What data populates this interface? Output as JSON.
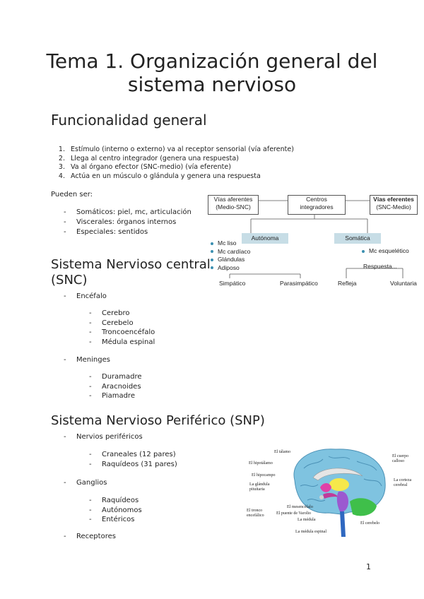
{
  "title_line1": "Tema 1. Organización general del",
  "title_line2": "sistema nervioso",
  "section1": {
    "heading": "Funcionalidad general",
    "steps": [
      {
        "num": "1.",
        "text": "Estímulo (interno o externo) va al receptor sensorial (vía aferente)"
      },
      {
        "num": "2.",
        "text": "Llega al centro integrador (genera una respuesta)"
      },
      {
        "num": "3.",
        "text": "Va al órgano efector (SNC-medio) (vía eferente)"
      },
      {
        "num": "4.",
        "text": "Actúa en un músculo o glándula y genera una respuesta"
      }
    ],
    "pueden_ser": "Pueden ser:",
    "types": [
      "Somáticos: piel, mc, articulación",
      "Viscerales: órganos internos",
      "Especiales: sentidos"
    ]
  },
  "diagram": {
    "vias_aferentes": [
      "Vías aferentes",
      "(Medio-SNC)"
    ],
    "centros": [
      "Centros",
      "integradores"
    ],
    "vias_eferentes": [
      "Vías eferentes",
      "(SNC-Medio)"
    ],
    "autonoma": "Autónoma",
    "somatica": "Somática",
    "autonoma_items": [
      "Mc liso",
      "Mc cardíaco",
      "Glándulas",
      "Adiposo"
    ],
    "somatica_item": "Mc esquelético",
    "respuesta": "Respuesta...",
    "simpatico": "Simpático",
    "parasimpatico": "Parasimpático",
    "refleja": "Refleja",
    "voluntaria": "Voluntaria"
  },
  "snc": {
    "heading_line1": "Sistema Nervioso central",
    "heading_line2": "(SNC)",
    "encefalo": "Encéfalo",
    "encefalo_items": [
      "Cerebro",
      "Cerebelo",
      "Troncoencéfalo",
      "Médula espinal"
    ],
    "meninges": "Meninges",
    "meninges_items": [
      "Duramadre",
      "Aracnoides",
      "Piamadre"
    ]
  },
  "snp": {
    "heading": "Sistema Nervioso Periférico (SNP)",
    "nervios": "Nervios periféricos",
    "nervios_items": [
      "Craneales (12 pares)",
      "Raquídeos (31 pares)"
    ],
    "ganglios": "Ganglios",
    "ganglios_items": [
      "Raquídeos",
      "Autónomos",
      "Entéricos"
    ],
    "receptores": "Receptores"
  },
  "brain_labels": {
    "talamo": "El tálamo",
    "hipotalamo": "El hipotálamo",
    "hipocampo": "El hipocampo",
    "pituitaria": [
      "La glándula",
      "pituitaria"
    ],
    "tronco": [
      "El tronco",
      "encefálico"
    ],
    "mesencefalo": "El mesencéfalo",
    "puente": "El puente de Varolio",
    "medula_oblonga": "La médula",
    "medula_espinal": "La médula espinal",
    "cuerpo_calloso": [
      "El cuerpo",
      "calloso"
    ],
    "corteza": [
      "La corteza",
      "cerebral"
    ],
    "cerebelo": "El cerebelo"
  },
  "page_number": "1"
}
